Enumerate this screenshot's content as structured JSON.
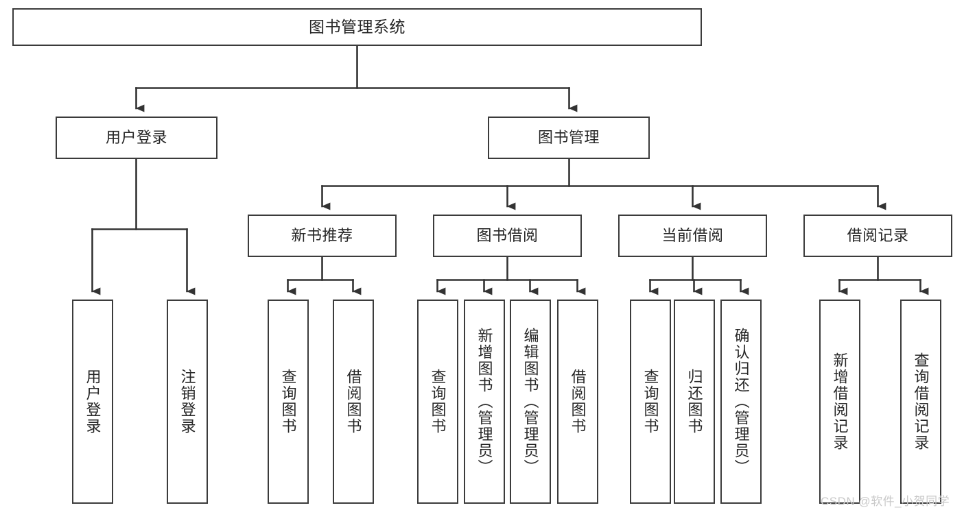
{
  "diagram": {
    "title": "图书管理系统",
    "watermark": "CSDN @软件_小贺同学",
    "colors": {
      "box_border": "#3b3b3b",
      "box_fill": "#ffffff",
      "connector": "#333333",
      "text": "#262626",
      "watermark": "#c9c9c9",
      "background": "#ffffff"
    },
    "levels": {
      "root": "图书管理系统",
      "level2": [
        "用户登录",
        "图书管理"
      ],
      "level3": [
        "新书推荐",
        "图书借阅",
        "当前借阅",
        "借阅记录"
      ]
    },
    "nodes": {
      "root": {
        "label": "图书管理系统"
      },
      "user_login": {
        "label": "用户登录"
      },
      "book_manage": {
        "label": "图书管理"
      },
      "new_book_rec": {
        "label": "新书推荐"
      },
      "book_borrow": {
        "label": "图书借阅"
      },
      "current_borrow": {
        "label": "当前借阅"
      },
      "borrow_record": {
        "label": "借阅记录"
      },
      "leaf_user_login": {
        "label": "用户登录"
      },
      "leaf_user_logout": {
        "label": "注销登录"
      },
      "leaf_query_book_a": {
        "label": "查询图书"
      },
      "leaf_borrow_book_a": {
        "label": "借阅图书"
      },
      "leaf_query_book_b": {
        "label": "查询图书"
      },
      "leaf_add_book": {
        "label": "新增图书（管理员）"
      },
      "leaf_edit_book": {
        "label": "编辑图书（管理员）"
      },
      "leaf_borrow_book_b": {
        "label": "借阅图书"
      },
      "leaf_query_book_c": {
        "label": "查询图书"
      },
      "leaf_return_book": {
        "label": "归还图书"
      },
      "leaf_confirm_return": {
        "label": "确认归还（管理员）"
      },
      "leaf_add_record": {
        "label": "新增借阅记录"
      },
      "leaf_query_record": {
        "label": "查询借阅记录"
      }
    },
    "tree": {
      "name": "图书管理系统",
      "children": [
        {
          "name": "用户登录",
          "children": [
            {
              "name": "用户登录"
            },
            {
              "name": "注销登录"
            }
          ]
        },
        {
          "name": "图书管理",
          "children": [
            {
              "name": "新书推荐",
              "children": [
                {
                  "name": "查询图书"
                },
                {
                  "name": "借阅图书"
                }
              ]
            },
            {
              "name": "图书借阅",
              "children": [
                {
                  "name": "查询图书"
                },
                {
                  "name": "新增图书（管理员）"
                },
                {
                  "name": "编辑图书（管理员）"
                },
                {
                  "name": "借阅图书"
                }
              ]
            },
            {
              "name": "当前借阅",
              "children": [
                {
                  "name": "查询图书"
                },
                {
                  "name": "归还图书"
                },
                {
                  "name": "确认归还（管理员）"
                }
              ]
            },
            {
              "name": "借阅记录",
              "children": [
                {
                  "name": "新增借阅记录"
                },
                {
                  "name": "查询借阅记录"
                }
              ]
            }
          ]
        }
      ]
    }
  }
}
